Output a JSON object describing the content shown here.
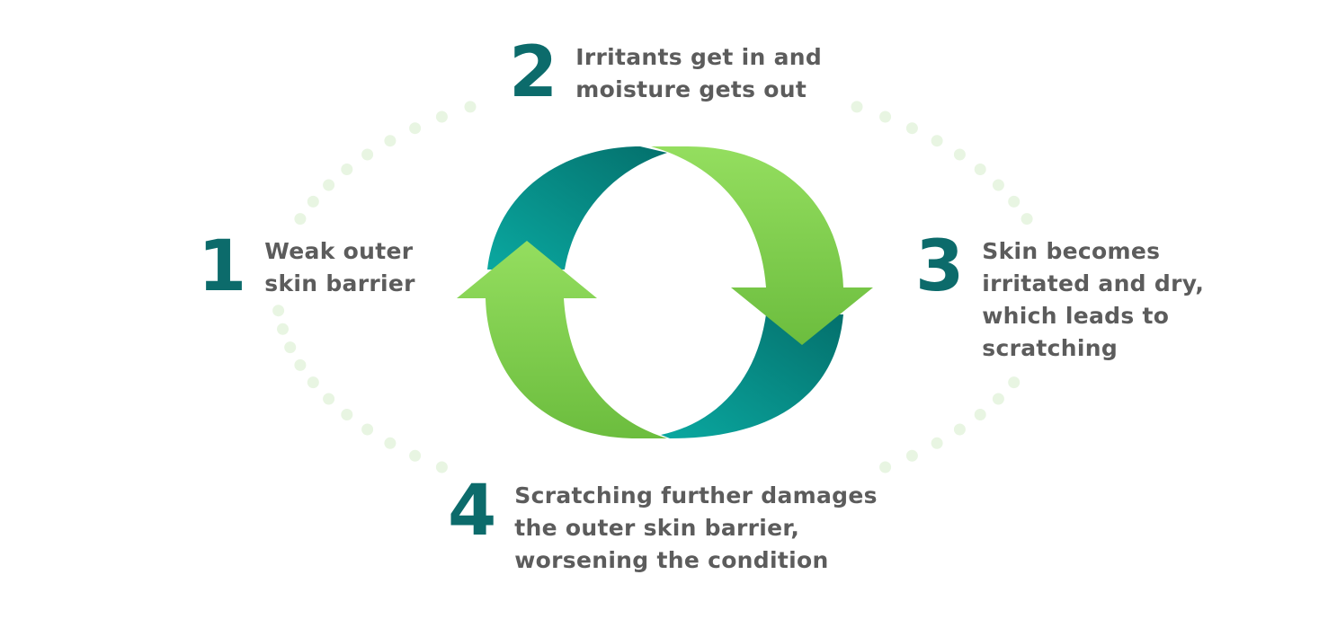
{
  "colors": {
    "number": "#0c6b6b",
    "text": "#5c5c5c",
    "dots": "#e8f5e2",
    "teal_dark": "#05807a",
    "teal_light": "#0aa8a0",
    "green_light": "#92dc5c",
    "green_dark": "#6cbd3e"
  },
  "steps": [
    {
      "number": "1",
      "text": "Weak outer\nskin barrier"
    },
    {
      "number": "2",
      "text": "Irritants get in and\nmoisture gets out"
    },
    {
      "number": "3",
      "text": "Skin becomes\nirritated and dry,\nwhich leads to\nscratching"
    },
    {
      "number": "4",
      "text": "Scratching further damages\nthe outer skin barrier,\nworsening the condition"
    }
  ]
}
